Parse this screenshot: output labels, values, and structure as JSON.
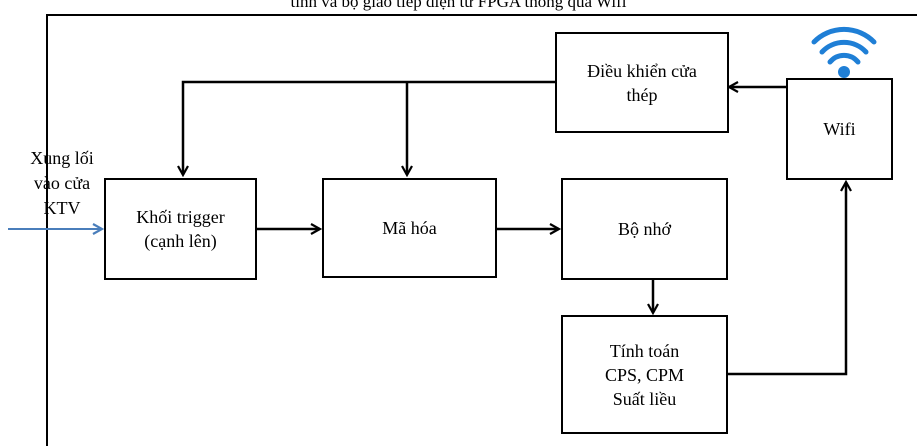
{
  "caption": "tính và bộ giao tiếp điện tử FPGA thông qua Wifi",
  "input_label": "Xung lối\nvào cửa\nKTV",
  "blocks": {
    "trigger": "Khối trigger\n(cạnh lên)",
    "encoder": "Mã hóa",
    "memory": "Bộ nhớ",
    "calc": "Tính toán\nCPS, CPM\nSuất liều",
    "door_control": "Điều khiển cửa\nthép",
    "wifi": "Wifi"
  },
  "colors": {
    "input_arrow": "#4a7ebb",
    "wifi_icon": "#1f7fd6",
    "line": "#000000"
  },
  "icons": {
    "wifi": "wifi-icon"
  }
}
